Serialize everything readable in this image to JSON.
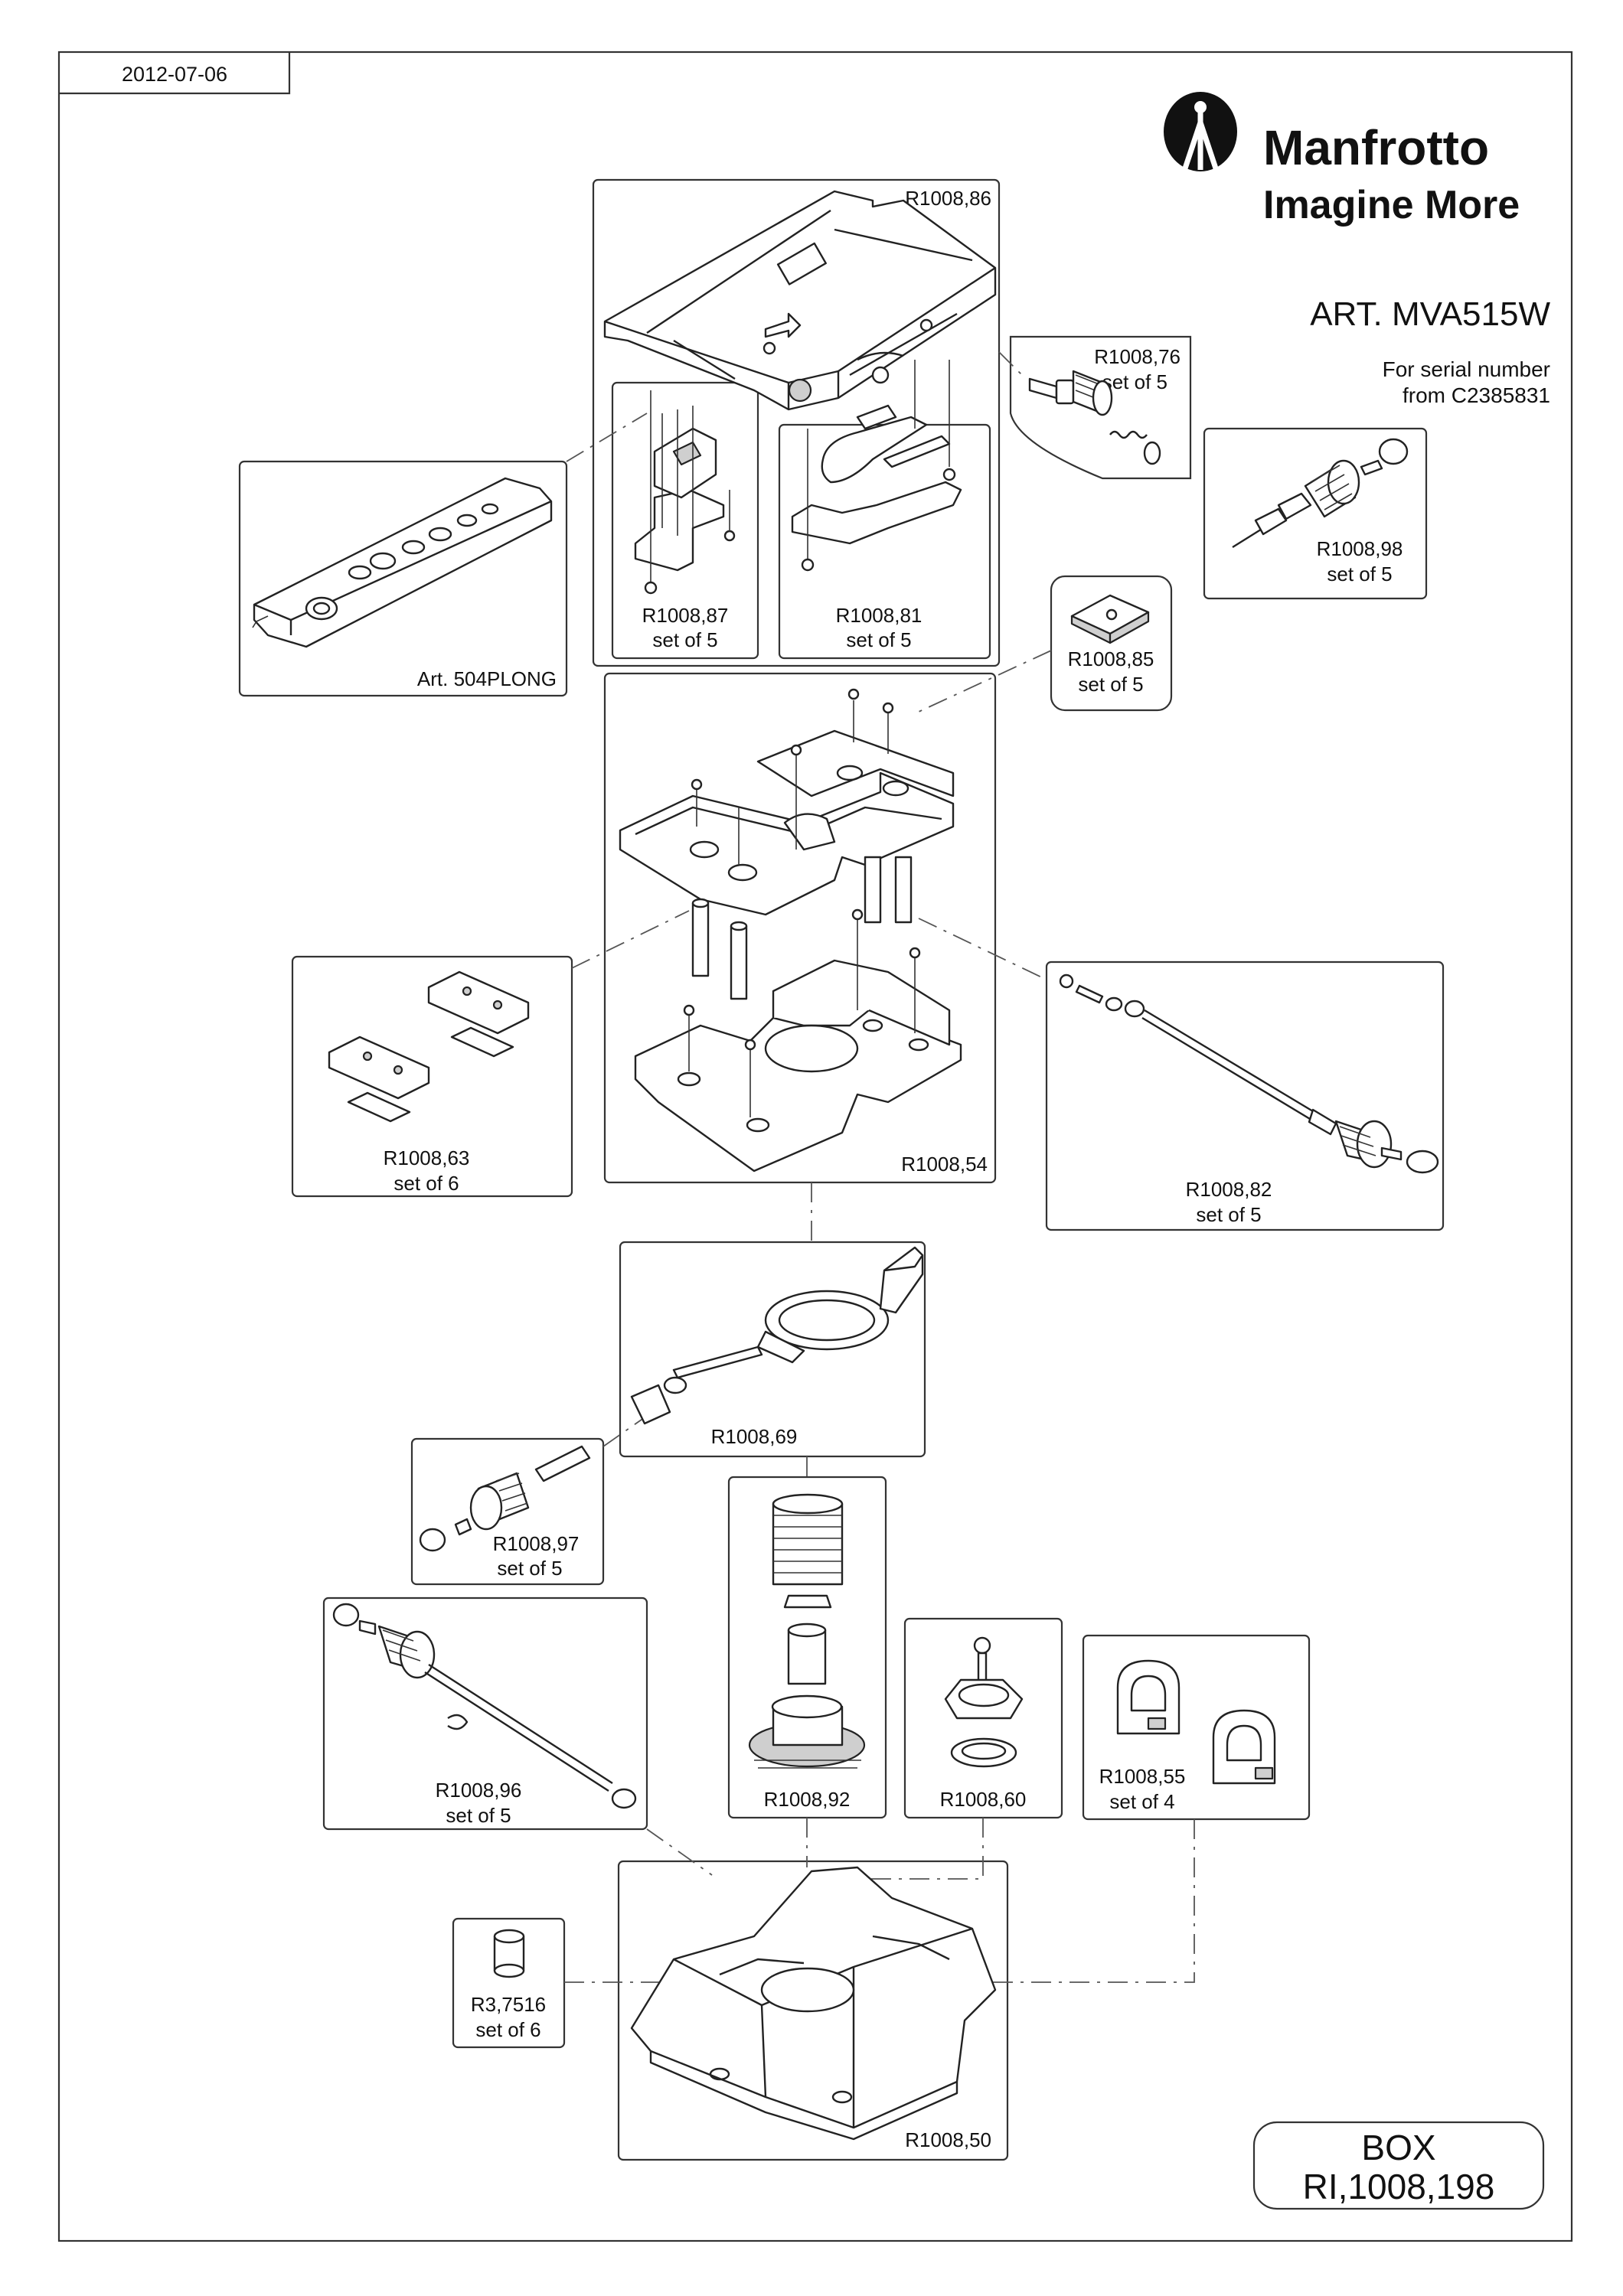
{
  "header": {
    "date": "2012-07-06",
    "brand_name": "Manfrotto",
    "tagline": "Imagine More",
    "article": "ART. MVA515W",
    "serial_line1": "For serial number",
    "serial_line2": "from C2385831"
  },
  "parts": {
    "p86": "R1008,86",
    "p87": [
      "R1008,87",
      "set of 5"
    ],
    "p81": [
      "R1008,81",
      "set of 5"
    ],
    "p76": [
      "R1008,76",
      "set of 5"
    ],
    "p98": [
      "R1008,98",
      "set of 5"
    ],
    "plate": "Art. 504PLONG",
    "p85": [
      "R1008,85",
      "set of 5"
    ],
    "p54": "R1008,54",
    "p63": [
      "R1008,63",
      "set of 6"
    ],
    "p82": [
      "R1008,82",
      "set of 5"
    ],
    "p69": "R1008,69",
    "p97": [
      "R1008,97",
      "set of 5"
    ],
    "p96": [
      "R1008,96",
      "set of 5"
    ],
    "p92": "R1008,92",
    "p60": "R1008,60",
    "p55": [
      "R1008,55",
      "set of 4"
    ],
    "p3516": [
      "R3,7516",
      "set of 6"
    ],
    "p50": "R1008,50"
  },
  "box": {
    "line1": "BOX",
    "line2": "RI,1008,198"
  },
  "icons": {
    "logo": "manfrotto-logo-icon"
  }
}
